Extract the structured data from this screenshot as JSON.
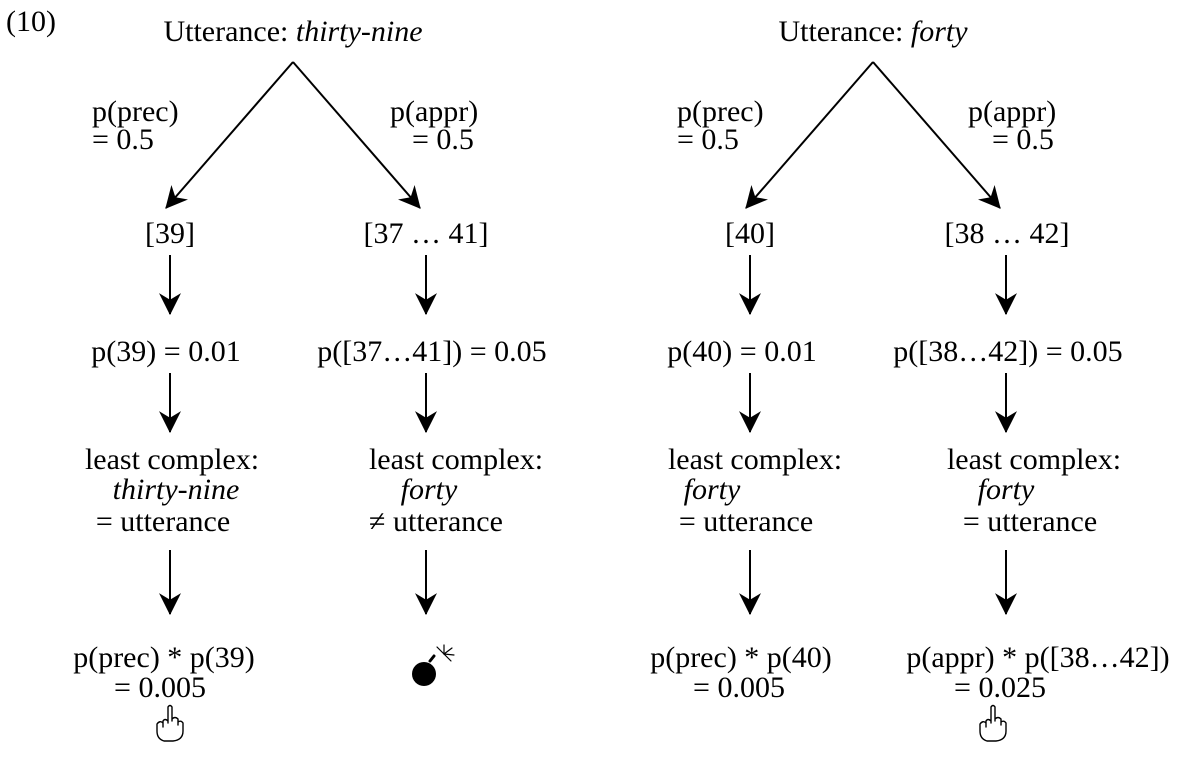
{
  "example_number": "(10)",
  "left": {
    "header_label": "Utterance:",
    "header_word": "thirty-nine",
    "prec_edge": {
      "label": "p(prec)",
      "value": "= 0.5"
    },
    "appr_edge": {
      "label": "p(appr)",
      "value": "= 0.5"
    },
    "prec_branch": {
      "set": "[39]",
      "prob": "p(39) = 0.01",
      "least_complex_label": "least complex:",
      "least_complex_word": "thirty-nine",
      "compare": "= utterance",
      "result_expr": "p(prec) * p(39)",
      "result_value": "= 0.005",
      "outcome_icon": "pointing-hand-icon"
    },
    "appr_branch": {
      "set": "[37 … 41]",
      "prob": "p([37…41]) = 0.05",
      "least_complex_label": "least complex:",
      "least_complex_word": "forty",
      "compare": "≠ utterance",
      "outcome_icon": "bomb-icon"
    }
  },
  "right": {
    "header_label": "Utterance:",
    "header_word": "forty",
    "prec_edge": {
      "label": "p(prec)",
      "value": "= 0.5"
    },
    "appr_edge": {
      "label": "p(appr)",
      "value": "= 0.5"
    },
    "prec_branch": {
      "set": "[40]",
      "prob": "p(40) = 0.01",
      "least_complex_label": "least complex:",
      "least_complex_word": "forty",
      "compare": "= utterance",
      "result_expr": "p(prec) * p(40)",
      "result_value": "= 0.005"
    },
    "appr_branch": {
      "set": "[38 … 42]",
      "prob": "p([38…42]) = 0.05",
      "least_complex_label": "least complex:",
      "least_complex_word": "forty",
      "compare": "= utterance",
      "result_expr": "p(appr) * p([38…42])",
      "result_value": "= 0.025",
      "outcome_icon": "pointing-hand-icon"
    }
  }
}
